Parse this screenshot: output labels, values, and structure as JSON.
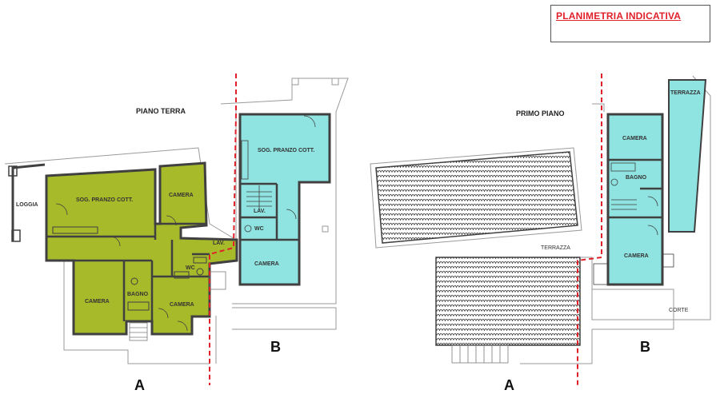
{
  "legend": {
    "title": "PLANIMETRIA INDICATIVA"
  },
  "colors": {
    "unit_a": "#a7ba2a",
    "unit_b": "#8fe3e0",
    "boundary": "#e0202a",
    "wall": "#404040"
  },
  "ground_floor": {
    "title": "PIANO TERRA",
    "rooms": {
      "loggia": "LOGGIA",
      "a_living": "SOG. PRANZO COTT.",
      "a_camera1": "CAMERA",
      "a_lav": "LAV.",
      "a_wc": "WC",
      "a_camera2": "CAMERA",
      "a_bagno": "BAGNO",
      "a_camera3": "CAMERA",
      "b_living": "SOG. PRANZO COTT.",
      "b_lav": "LAV.",
      "b_wc": "WC",
      "b_camera": "CAMERA"
    },
    "unit_a_label": "A",
    "unit_b_label": "B"
  },
  "first_floor": {
    "title": "PRIMO PIANO",
    "rooms": {
      "terrazza_top": "TERRAZZA",
      "camera1": "CAMERA",
      "bagno": "BAGNO",
      "camera2": "CAMERA",
      "terrazza": "TERRAZZA",
      "corte": "CORTE"
    },
    "unit_a_label": "A",
    "unit_b_label": "B"
  }
}
